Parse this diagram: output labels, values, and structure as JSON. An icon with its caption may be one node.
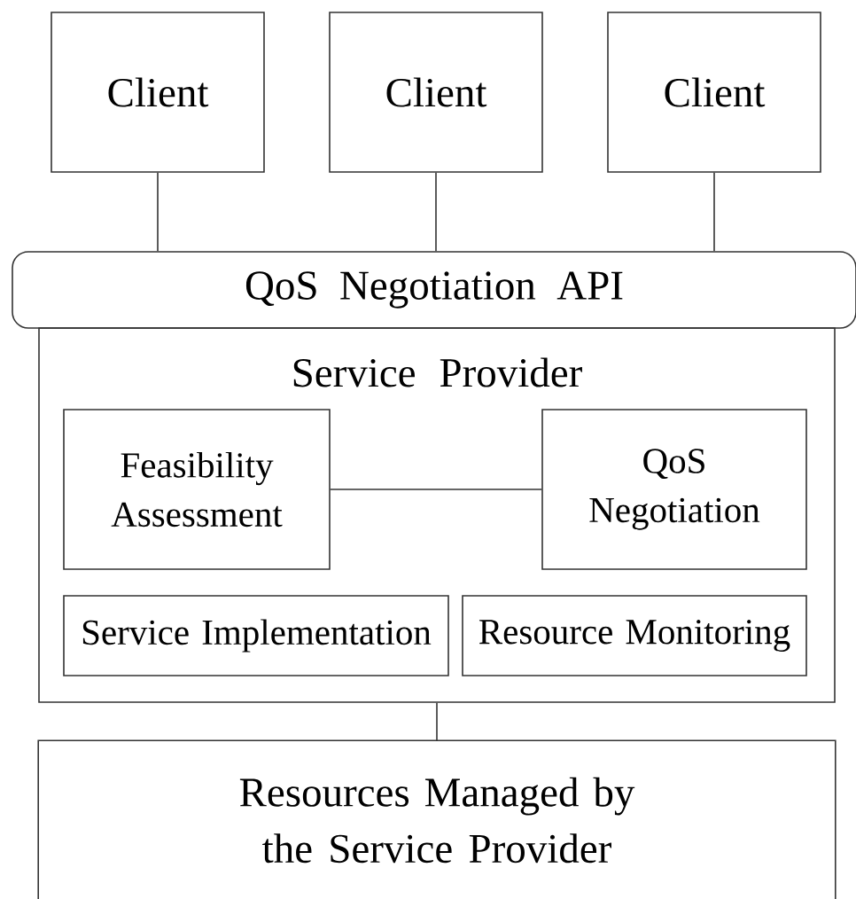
{
  "diagram": {
    "nodes": [
      {
        "text": [
          "Client"
        ]
      },
      {
        "text": [
          "Client"
        ]
      },
      {
        "text": [
          "Client"
        ]
      },
      {
        "text": [
          "QoS Negotiation API"
        ]
      },
      {
        "text": [
          "Service Provider"
        ]
      },
      {
        "text": [
          "Feasibility Assessment"
        ],
        "in": 4
      },
      {
        "text": [
          "QoS Negotiation"
        ],
        "in": 4
      },
      {
        "text": [
          "Service Implementation"
        ],
        "in": 4
      },
      {
        "text": [
          "Resource Monitoring"
        ],
        "in": 4
      },
      {
        "text": [
          "Resources Managed by the Service Provider"
        ]
      }
    ],
    "edges": [
      {
        "from": 0,
        "to": 3,
        "arrow": "none"
      },
      {
        "from": 1,
        "to": 3,
        "arrow": "none"
      },
      {
        "from": 2,
        "to": 3,
        "arrow": "none"
      },
      {
        "from": 5,
        "to": 6,
        "arrow": "none"
      },
      {
        "from": 4,
        "to": 9,
        "arrow": "none"
      }
    ]
  }
}
